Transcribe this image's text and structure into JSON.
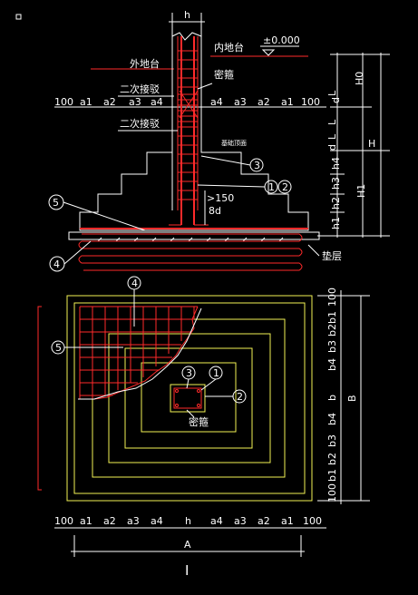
{
  "section": {
    "h": "h",
    "plus_zero": "±0.000",
    "inner_ground": "内地台",
    "outer_ground": "外地台",
    "stirrups": "密箍",
    "second_pour_1": "二次接驳",
    "second_pour_2": "二次接驳",
    "base_section": "基础顶面",
    "dim_row": [
      "100",
      "a1",
      "a2",
      "a3",
      "a4",
      "a4",
      "a3",
      "a2",
      "a1",
      "100"
    ],
    "right_small": [
      "L",
      "d",
      "L",
      "L",
      "d",
      "h4",
      "h3",
      "h2",
      "h1"
    ],
    "right_big": [
      "H0",
      "H",
      "H1"
    ],
    "gt150": ">150",
    "anchor": "8d",
    "cushion": "垫层",
    "callouts": [
      "1",
      "2",
      "3",
      "4",
      "5"
    ]
  },
  "plan": {
    "top_dims": [
      "100",
      "a1",
      "a2",
      "a3",
      "a4",
      "h",
      "a4",
      "a3",
      "a2",
      "a1",
      "100"
    ],
    "right_dims": [
      "100",
      "b1",
      "b2",
      "b3",
      "b4",
      "b",
      "b4",
      "b3",
      "b2",
      "b1",
      "100"
    ],
    "B": "B",
    "A": "A",
    "stirrups": "密箍",
    "section_mark": "I",
    "callouts": [
      "1",
      "2",
      "3",
      "4",
      "5"
    ]
  },
  "colors": {
    "white": "#ffffff",
    "yellow": "#f2f255",
    "red": "#ff2a2a",
    "background": "#000000"
  }
}
